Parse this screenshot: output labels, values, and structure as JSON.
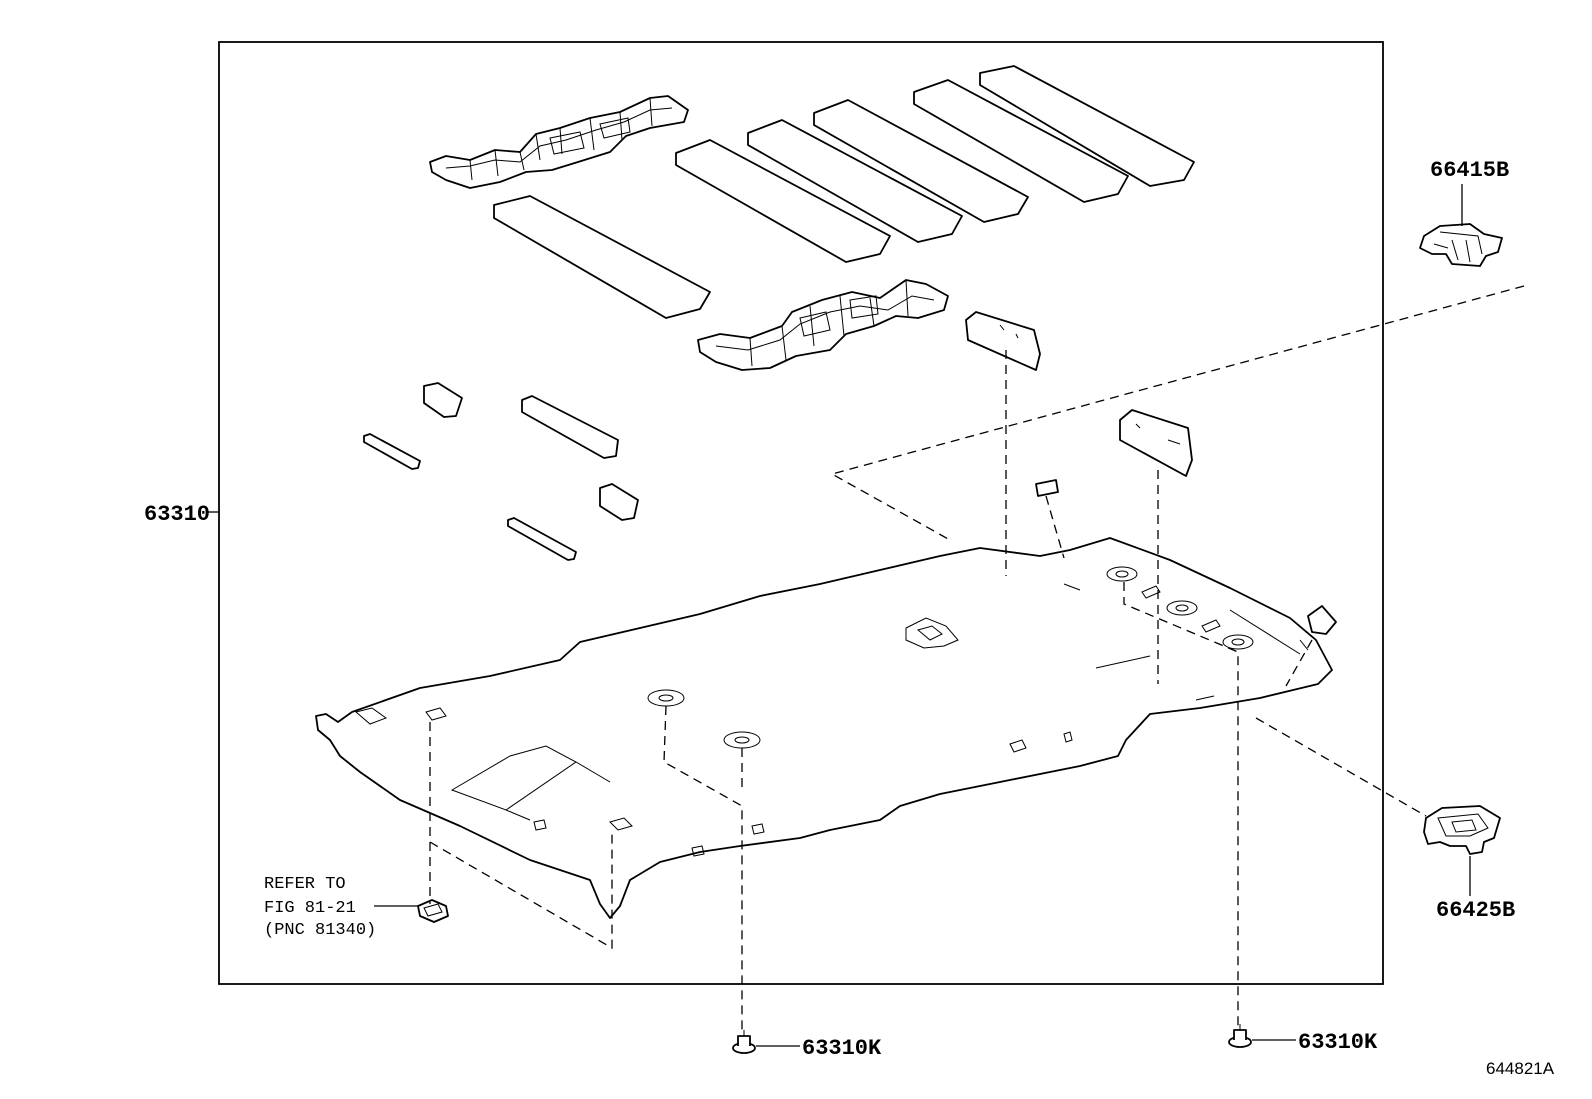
{
  "part_labels": {
    "headliner": "63310",
    "upper_bracket": "66415B",
    "lower_bracket": "66425B",
    "clip_left": "63310K",
    "clip_right": "63310K"
  },
  "reference_note": {
    "line1": "REFER TO",
    "line2": "FIG 81-21",
    "line3": "(PNC 81340)"
  },
  "diagram_id": "644821A"
}
